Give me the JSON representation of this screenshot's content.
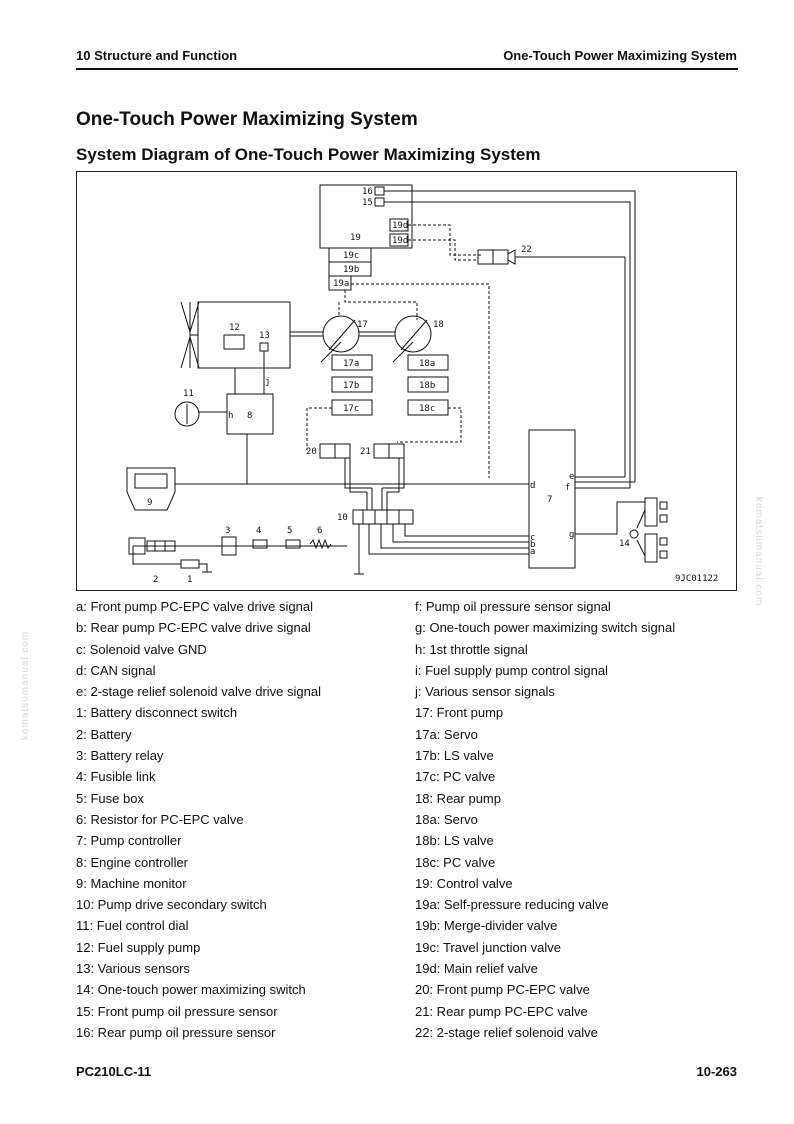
{
  "header": {
    "section": "10 Structure and Function",
    "topic": "One-Touch Power Maximizing System"
  },
  "title": "One-Touch Power Maximizing System",
  "subtitle": "System Diagram of One-Touch Power Maximizing System",
  "diagram": {
    "drawing_code": "9JC01122",
    "labels": {
      "n1": "1",
      "n2": "2",
      "n3": "3",
      "n4": "4",
      "n5": "5",
      "n6": "6",
      "n7": "7",
      "n8": "8",
      "n9": "9",
      "n10": "10",
      "n11": "11",
      "n12": "12",
      "n13": "13",
      "n14": "14",
      "n15": "15",
      "n16": "16",
      "n17": "17",
      "n18": "18",
      "n19": "19",
      "n19a": "19a",
      "n19b": "19b",
      "n19c": "19c",
      "n19d": "19d",
      "n17a": "17a",
      "n17b": "17b",
      "n17c": "17c",
      "n18a": "18a",
      "n18b": "18b",
      "n18c": "18c",
      "n20": "20",
      "n21": "21",
      "n22": "22",
      "la": "a",
      "lb": "b",
      "lc": "c",
      "ld": "d",
      "le": "e",
      "lf": "f",
      "lg": "g",
      "lh": "h",
      "lj": "j"
    }
  },
  "legend_left": [
    "a: Front pump PC-EPC valve drive signal",
    "b: Rear pump PC-EPC valve drive signal",
    "c: Solenoid valve GND",
    "d: CAN signal",
    "e: 2-stage relief solenoid valve drive signal",
    "1: Battery disconnect switch",
    "2: Battery",
    "3: Battery relay",
    "4: Fusible link",
    "5: Fuse box",
    "6: Resistor for PC-EPC valve",
    "7: Pump controller",
    "8: Engine controller",
    "9: Machine monitor",
    "10: Pump drive secondary switch",
    "11: Fuel control dial",
    "12: Fuel supply pump",
    "13: Various sensors",
    "14: One-touch power maximizing switch",
    "15: Front pump oil pressure sensor",
    "16: Rear pump oil pressure sensor"
  ],
  "legend_right": [
    "f: Pump oil pressure sensor signal",
    "g: One-touch power maximizing switch signal",
    "h: 1st throttle signal",
    "i: Fuel supply pump control signal",
    "j: Various sensor signals",
    "17: Front pump",
    "17a: Servo",
    "17b: LS valve",
    "17c: PC valve",
    "18: Rear pump",
    "18a: Servo",
    "18b: LS valve",
    "18c: PC valve",
    "19: Control valve",
    "19a: Self-pressure reducing valve",
    "19b: Merge-divider valve",
    "19c: Travel junction valve",
    "19d: Main relief valve",
    "20: Front pump PC-EPC valve",
    "21: Rear pump PC-EPC valve",
    "22: 2-stage relief solenoid valve"
  ],
  "footer": {
    "model": "PC210LC-11",
    "page": "10-263"
  },
  "watermark": "komatsumanual.com"
}
